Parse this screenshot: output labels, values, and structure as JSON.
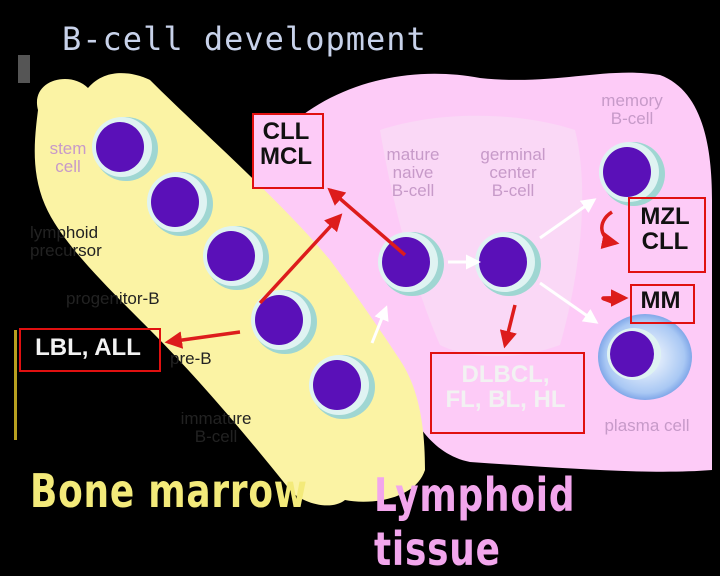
{
  "title": "B-cell development",
  "regions": {
    "bone_marrow": "Bone marrow",
    "lymphoid_tissue": "Lymphoid tissue"
  },
  "stages": {
    "stem_cell": "stem\ncell",
    "lymphoid_precursor": "lymphoid\nprecursor",
    "progenitor_b": "progenitor-B",
    "pre_b": "pre-B",
    "immature_b": "immature\nB-cell",
    "mature_naive_b": "mature\nnaive\nB-cell",
    "germinal_center_b": "germinal\ncenter\nB-cell",
    "memory_b": "memory\nB-cell",
    "plasma_cell": "plasma cell"
  },
  "diseases": {
    "cll_mcl": "CLL\nMCL",
    "lbl_all": "LBL, ALL",
    "dlbcl": "DLBCL,\nFL, BL, HL",
    "mzl_cll": "MZL\nCLL",
    "mm": "MM"
  },
  "colors": {
    "background": "#000000",
    "bone": "#fbf3a4",
    "lymph": "#fdcbf7",
    "cell_nucleus": "#5a10b8",
    "cell_halo": "#dff3f2",
    "arrow_red": "#dd1c1c",
    "title_text": "#c8d2ea",
    "bone_marrow_text": "#f3ea7a",
    "lymphoid_text": "#f2a6ec"
  }
}
